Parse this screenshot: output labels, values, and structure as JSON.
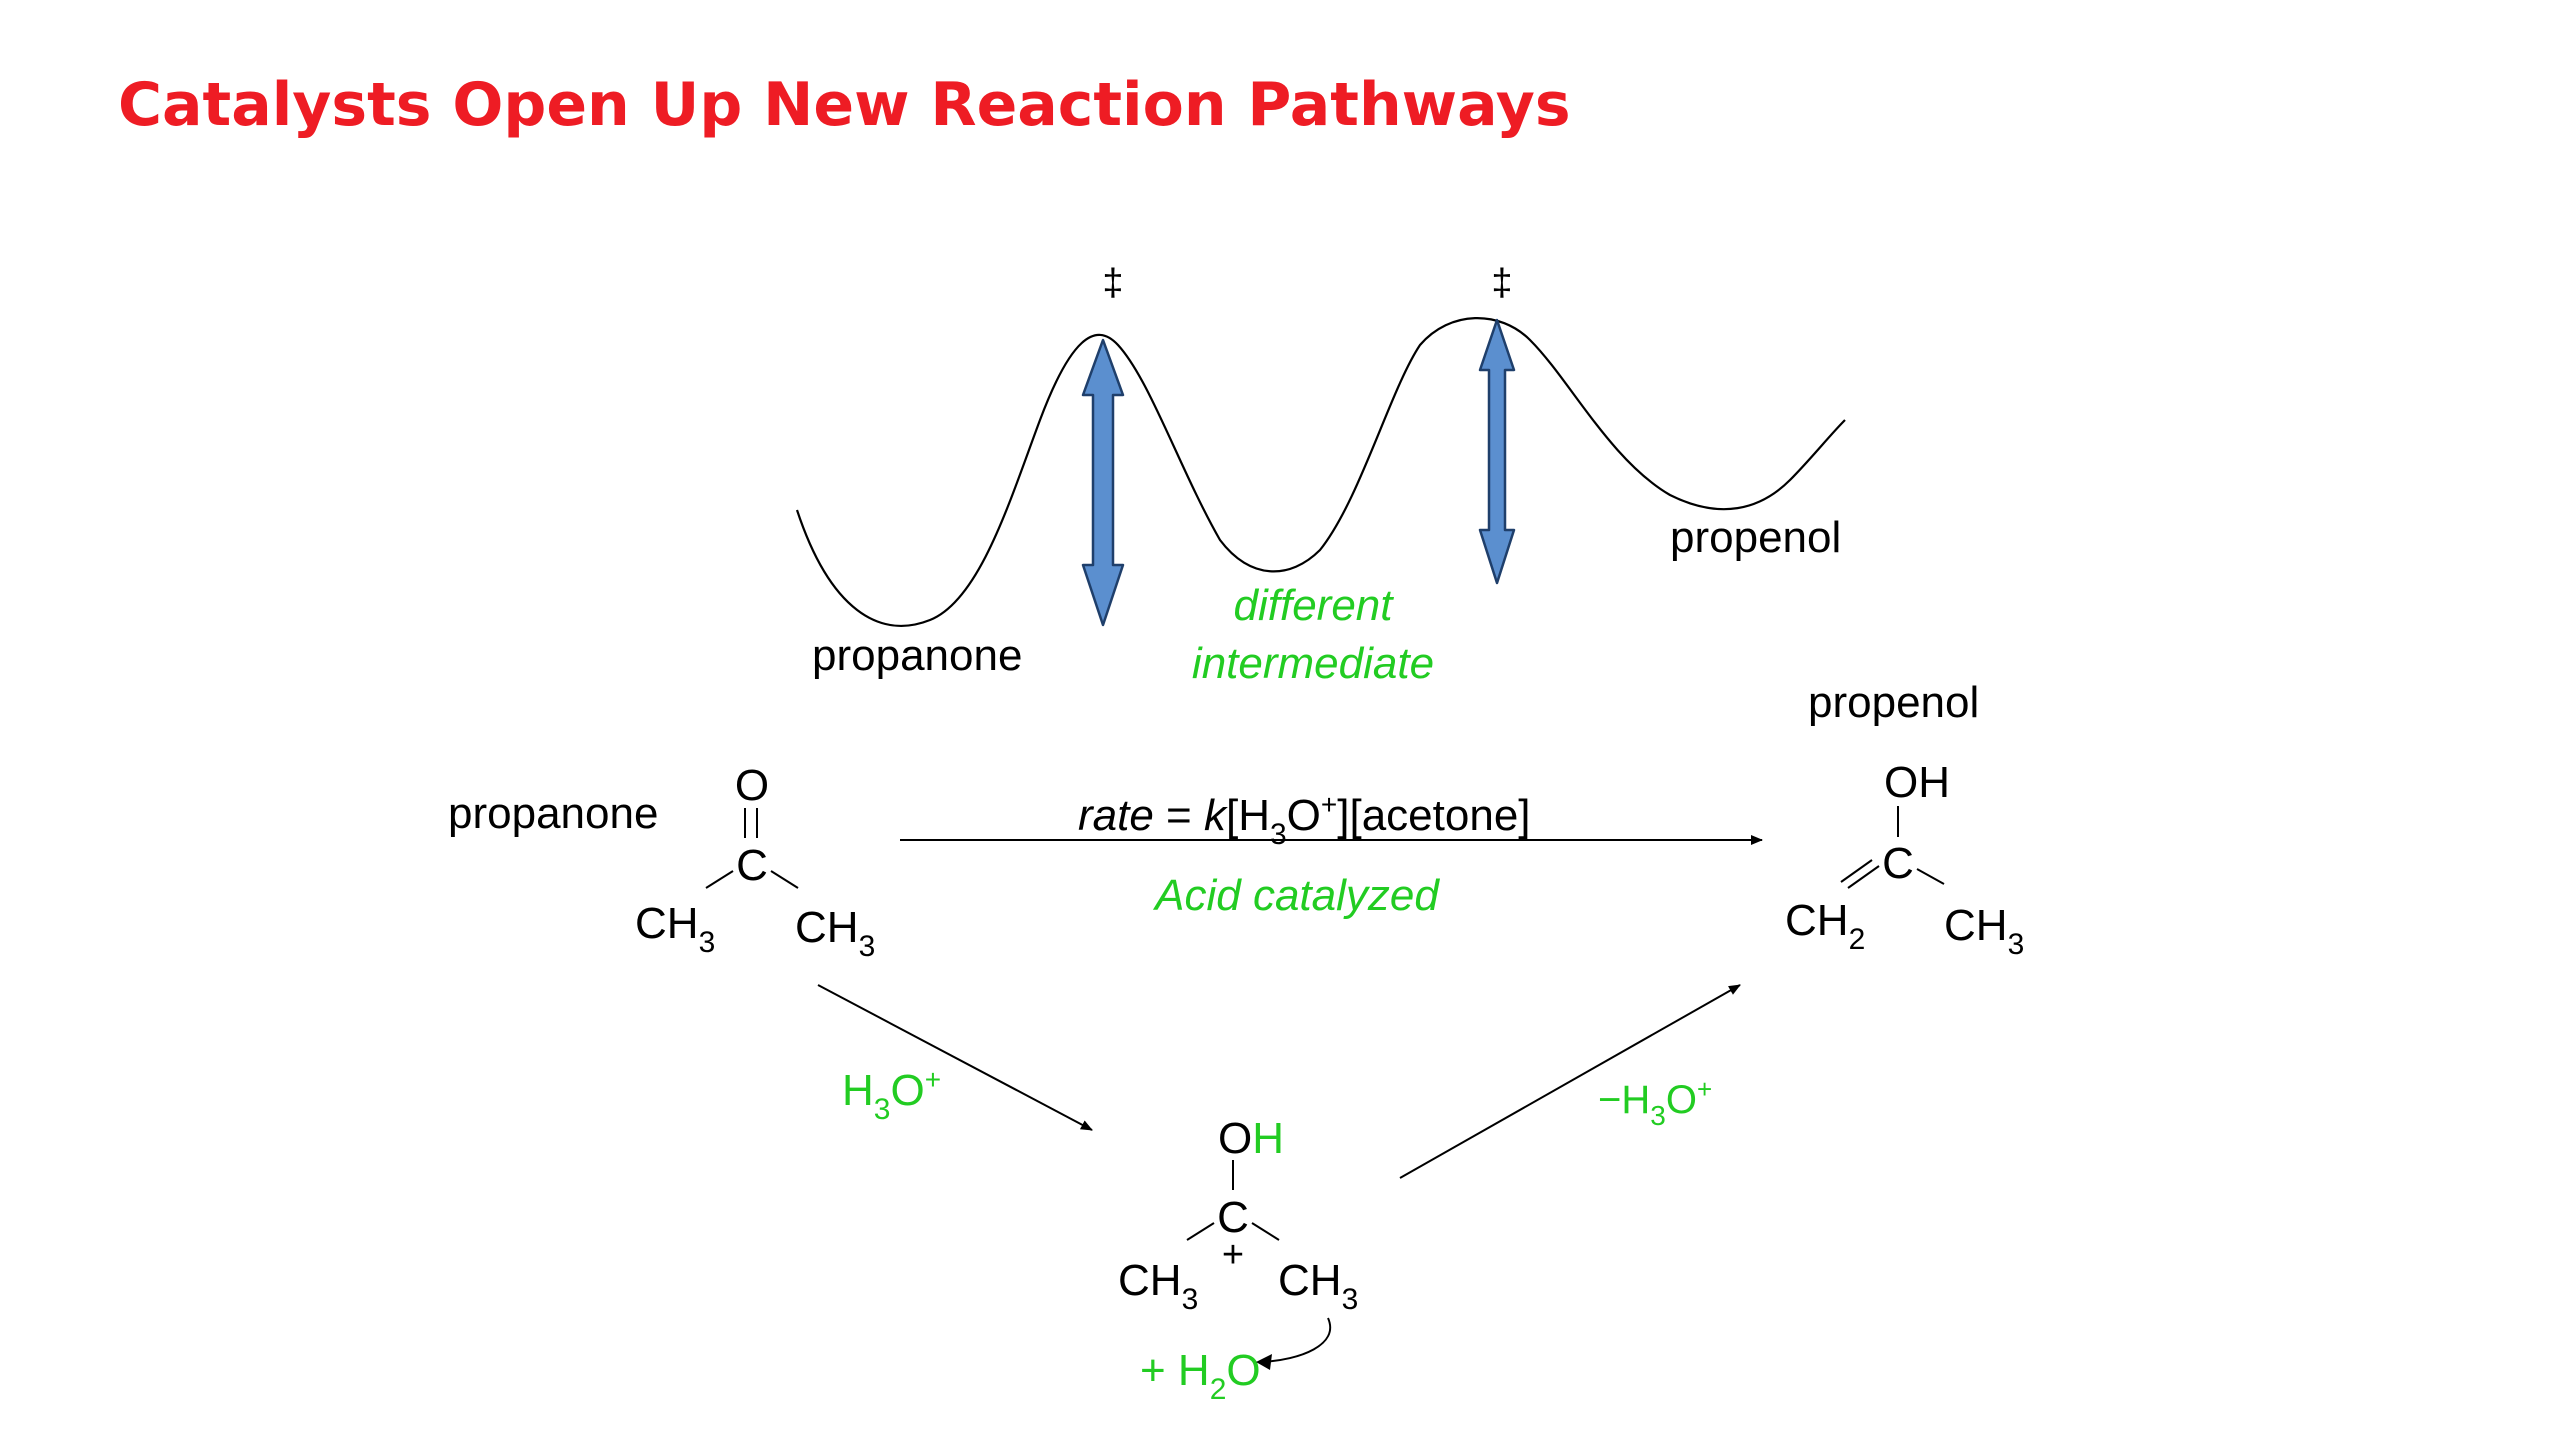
{
  "title": "Catalysts Open Up New Reaction Pathways",
  "colors": {
    "title": "#ee1c24",
    "green": "#22cc22",
    "arrow_fill": "#5b8fcf",
    "arrow_stroke": "#1f3f6b",
    "ink": "#000000"
  },
  "energy_diagram": {
    "ts_symbol_1": "‡",
    "ts_symbol_2": "‡",
    "start_label": "propanone",
    "end_label": "propenol",
    "intermediate_line1": "different",
    "intermediate_line2": "intermediate"
  },
  "reaction": {
    "reactant_name": "propanone",
    "product_name": "propenol",
    "rate_law": {
      "rate": "rate",
      "eq": " = ",
      "k": "k",
      "h3o_open": "[H",
      "sub3": "3",
      "o": "O",
      "plus": "+",
      "rest": "][acetone]"
    },
    "condition": "Acid catalyzed",
    "step1_reagent": {
      "h": "H",
      "sub": "3",
      "o": "O",
      "sup": "+"
    },
    "step2_reagent": {
      "minus": "−",
      "h": "H",
      "sub": "3",
      "o": "O",
      "sup": "+"
    },
    "water": {
      "plus": "+ H",
      "sub": "2",
      "o": "O"
    }
  },
  "structures": {
    "acetone": {
      "O": "O",
      "C": "C",
      "ch": "CH",
      "sub": "3"
    },
    "cation": {
      "O": "O",
      "H": "H",
      "C": "C",
      "plus": "+",
      "ch": "CH",
      "sub": "3"
    },
    "enol": {
      "OH": "OH",
      "C": "C",
      "ch": "CH",
      "sub2": "2",
      "sub3": "3"
    }
  }
}
